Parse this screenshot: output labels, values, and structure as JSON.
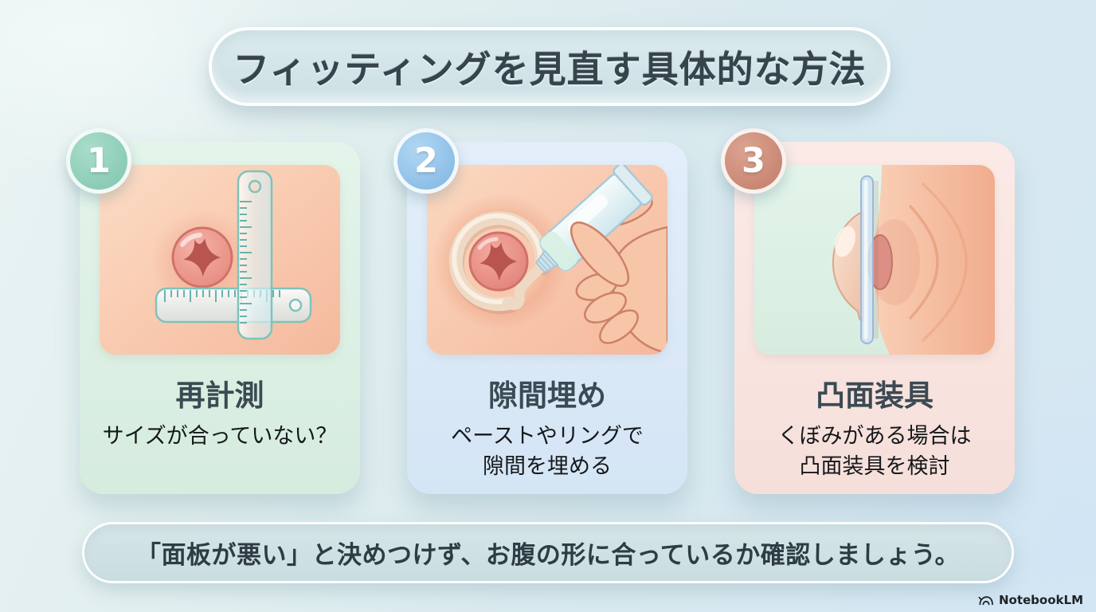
{
  "header": {
    "title": "フィッティングを見直す具体的な方法"
  },
  "cards": [
    {
      "number": "1",
      "title": "再計測",
      "description_lines": [
        "サイズが合っていない？"
      ],
      "accent_color": "#8ecfba",
      "card_color": "#ddf0e5",
      "illustration": "stoma-with-rulers"
    },
    {
      "number": "2",
      "title": "隙間埋め",
      "description_lines": [
        "ペーストやリングで",
        "隙間を埋める"
      ],
      "accent_color": "#93c2e9",
      "card_color": "#dce9f8",
      "illustration": "paste-tube-and-hand"
    },
    {
      "number": "3",
      "title": "凸面装具",
      "description_lines": [
        "くぼみがある場合は",
        "凸面装具を検討"
      ],
      "accent_color": "#cd8b77",
      "card_color": "#f9e7e4",
      "illustration": "convex-faceplate-on-abdomen"
    }
  ],
  "footer": {
    "note": "「面板が悪い」と決めつけず、お腹の形に合っているか確認しましょう。"
  },
  "brand": {
    "label": "NotebookLM"
  },
  "palette": {
    "background_left": "#e9f4f3",
    "background_right": "#d6e7f3",
    "banner_fill": "#cfe1e5",
    "title_text": "#35444d",
    "body_text": "#15181b",
    "skin_tone": "#f8c9ae",
    "stoma_pink": "#ec9c92"
  }
}
